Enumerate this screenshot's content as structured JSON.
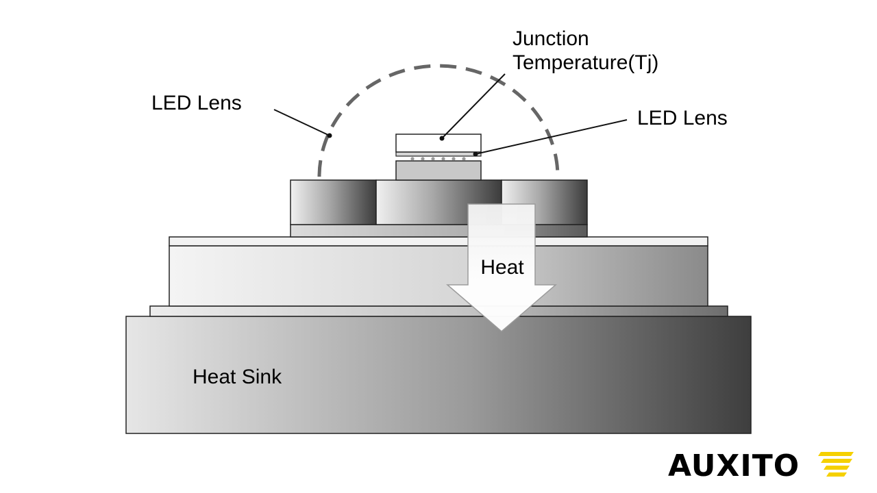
{
  "labels": {
    "junction_line1": "Junction",
    "junction_line2": "Temperature(Tj)",
    "led_lens_left": "LED Lens",
    "led_lens_right": "LED Lens",
    "heat": "Heat",
    "heat_sink": "Heat Sink"
  },
  "brand": {
    "name": "AUXITO",
    "accent_color": "#f5d000",
    "text_color": "#000000"
  },
  "colors": {
    "dome_dash": "#666666",
    "outline": "#222222",
    "dot": "#9a9a9a"
  }
}
